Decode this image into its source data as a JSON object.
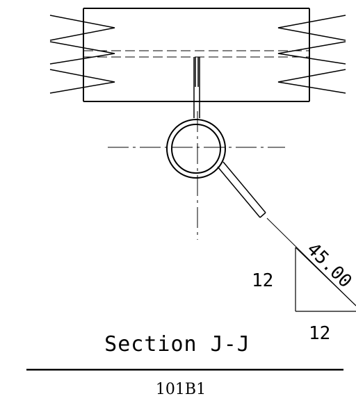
{
  "drawing": {
    "title": "Section J-J",
    "sheet_reference": "101B1",
    "dimensions": {
      "vertical_leg": "12",
      "horizontal_leg": "12",
      "angle": "45.00"
    }
  }
}
